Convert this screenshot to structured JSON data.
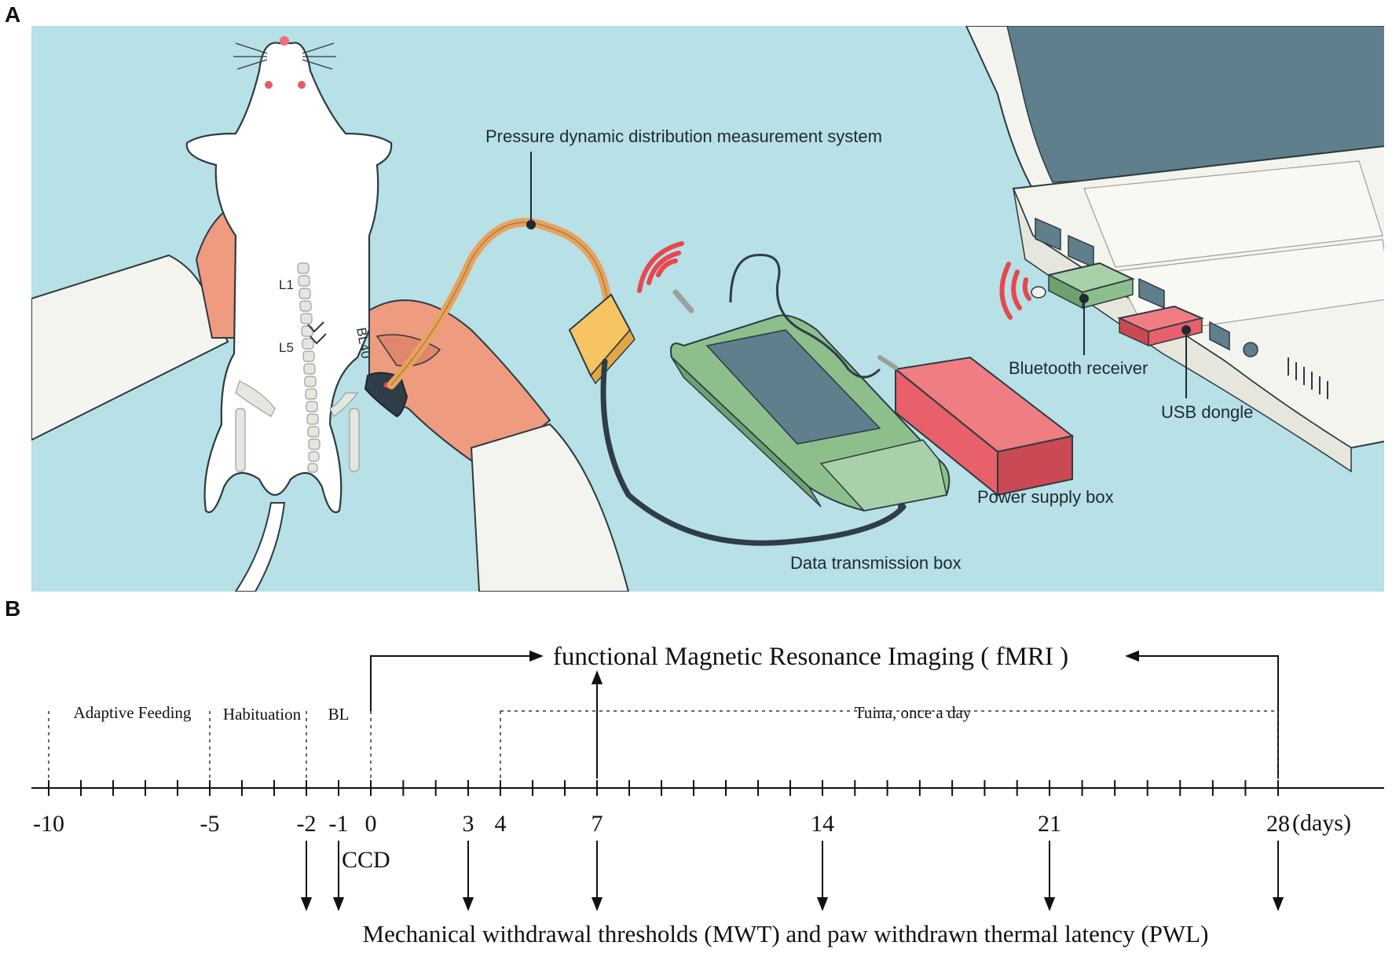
{
  "panel_a": {
    "letter": "A",
    "labels": {
      "pressure_system": "Pressure dynamic distribution measurement system",
      "bluetooth_receiver": "Bluetooth receiver",
      "usb_dongle": "USB dongle",
      "power_supply_box": "Power supply box",
      "data_transmission_box": "Data transmission box",
      "l1": "L1",
      "l5": "L5",
      "bl40": "BL40"
    },
    "colors": {
      "background": "#b7e0e7",
      "skin": "#ee9b80",
      "sleeve": "#f4f4ee",
      "rat": "#ffffff",
      "device_green": "#8dbf8d",
      "power_red": "#e8606a",
      "sensor_yellow": "#f6c462",
      "cable_orange": "#e9a25a",
      "signal_red": "#e5484d",
      "laptop_screen": "#5f7f8c"
    }
  },
  "panel_b": {
    "letter": "B",
    "fmri_label": "functional Magnetic Resonance Imaging ( fMRI )",
    "phases": {
      "adaptive_feeding": "Adaptive Feeding",
      "habituation": "Habituation",
      "bl": "BL",
      "tuina": "Tuina, once a day"
    },
    "tick_labels": {
      "d_neg10": "-10",
      "d_neg5": "-5",
      "d_neg2": "-2",
      "d_neg1": "-1",
      "d_0": "0",
      "d_3": "3",
      "d_4": "4",
      "d_7": "7",
      "d_14": "14",
      "d_21": "21",
      "d_28": "28"
    },
    "axis_unit": "(days)",
    "ccd_label": "CCD",
    "bottom_label": "Mechanical withdrawal thresholds (MWT) and paw withdrawn thermal latency (PWL)",
    "timeline": {
      "min_day": -10,
      "max_day": 28,
      "labeled_days": [
        -10,
        -5,
        -2,
        -1,
        0,
        3,
        4,
        7,
        14,
        21,
        28
      ],
      "phase_boundaries": [
        -10,
        -5,
        -2,
        0,
        4,
        28
      ],
      "fmri_days": [
        0,
        7,
        28
      ],
      "behavior_test_days": [
        -2,
        -1,
        3,
        7,
        14,
        21,
        28
      ]
    }
  }
}
